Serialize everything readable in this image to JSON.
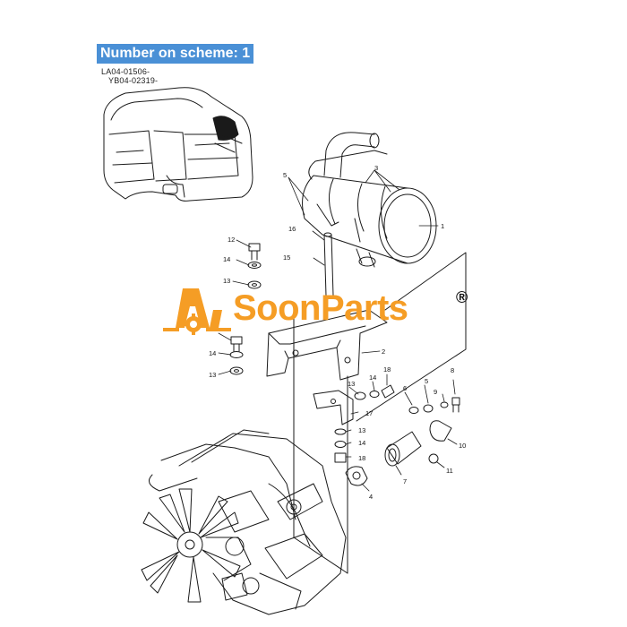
{
  "scheme": {
    "label": "Number on scheme: 1"
  },
  "serials": [
    "LA04-01506-",
    "YB04-02319-"
  ],
  "callouts": [
    "1",
    "2",
    "3",
    "4",
    "5",
    "6",
    "7",
    "8",
    "9",
    "10",
    "11",
    "12",
    "13",
    "14",
    "15",
    "16",
    "17",
    "18"
  ],
  "watermark": {
    "brand": "SoonParts",
    "mark": "®",
    "color": "#f59d25"
  },
  "colors": {
    "badge": "#4a90d6",
    "line": "#1a1a1a"
  }
}
